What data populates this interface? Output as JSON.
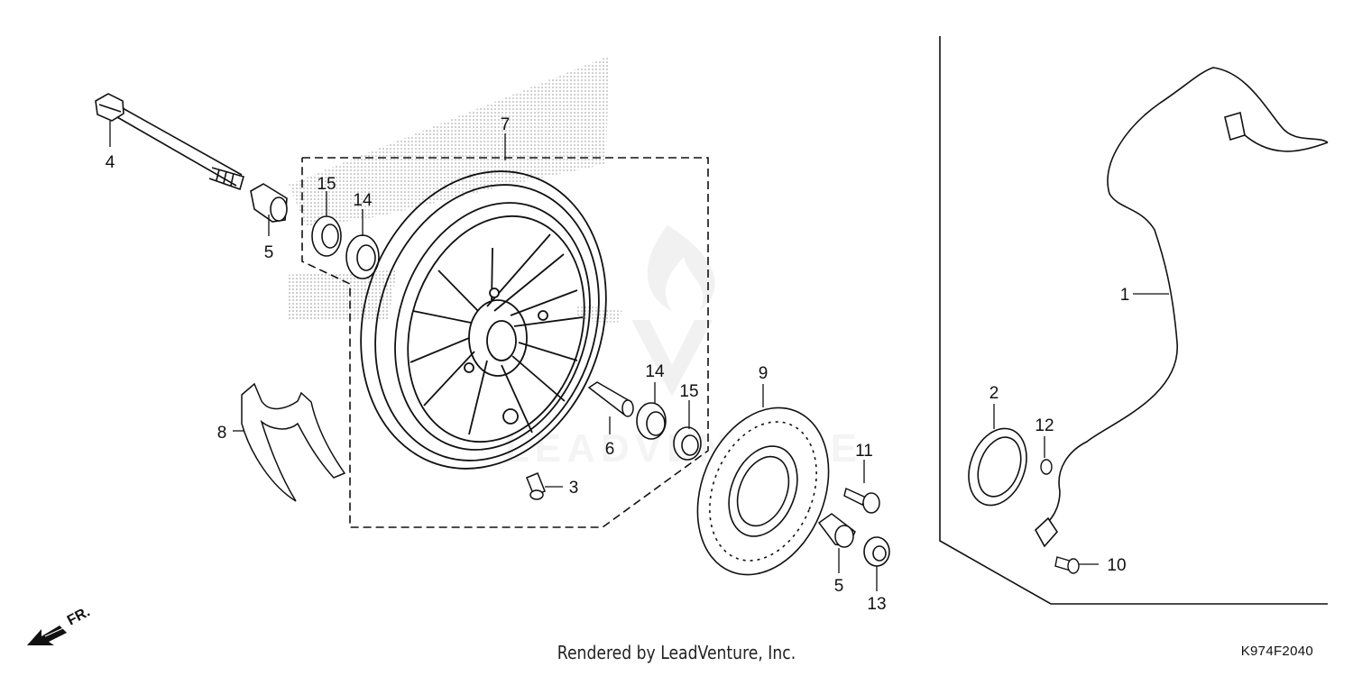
{
  "labels": {
    "l1": "1",
    "l2": "2",
    "l3": "3",
    "l4": "4",
    "l5a": "5",
    "l5b": "5",
    "l6": "6",
    "l7": "7",
    "l8": "8",
    "l9": "9",
    "l10": "10",
    "l11": "11",
    "l12": "12",
    "l13": "13",
    "l14a": "14",
    "l14b": "14",
    "l15a": "15",
    "l15b": "15"
  },
  "direction": "FR.",
  "footer": "Rendered by LeadVenture, Inc.",
  "diagram_code": "K974F2040",
  "colors": {
    "line": "#111111",
    "watermark": "#e6e6e6"
  }
}
